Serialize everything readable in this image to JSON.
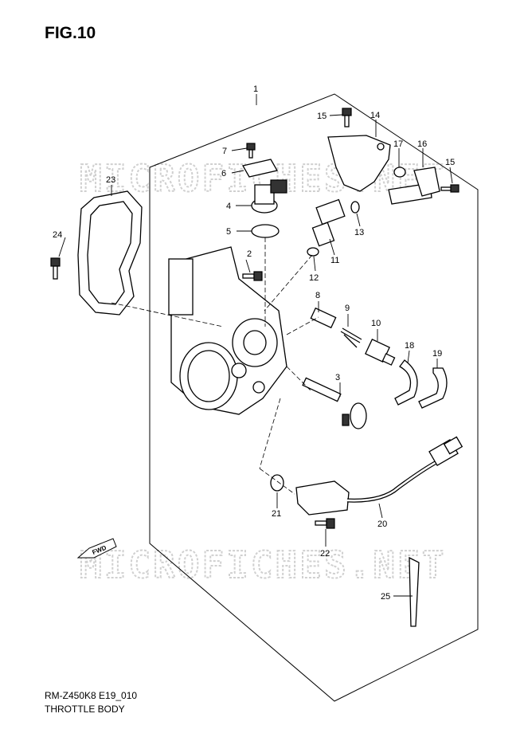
{
  "figure": {
    "title": "FIG.10",
    "code": "RM-Z450K8 E19_010",
    "caption": "THROTTLE BODY"
  },
  "watermark": "MICROFICHES.NET",
  "fwd_label": "FWD",
  "callouts": {
    "c1": "1",
    "c2": "2",
    "c3": "3",
    "c4": "4",
    "c5": "5",
    "c6": "6",
    "c7": "7",
    "c8": "8",
    "c9": "9",
    "c10": "10",
    "c11": "11",
    "c12": "12",
    "c13": "13",
    "c14": "14",
    "c15a": "15",
    "c15b": "15",
    "c16": "16",
    "c17": "17",
    "c18": "18",
    "c19": "19",
    "c20": "20",
    "c21": "21",
    "c22": "22",
    "c23": "23",
    "c24": "24",
    "c25": "25"
  }
}
